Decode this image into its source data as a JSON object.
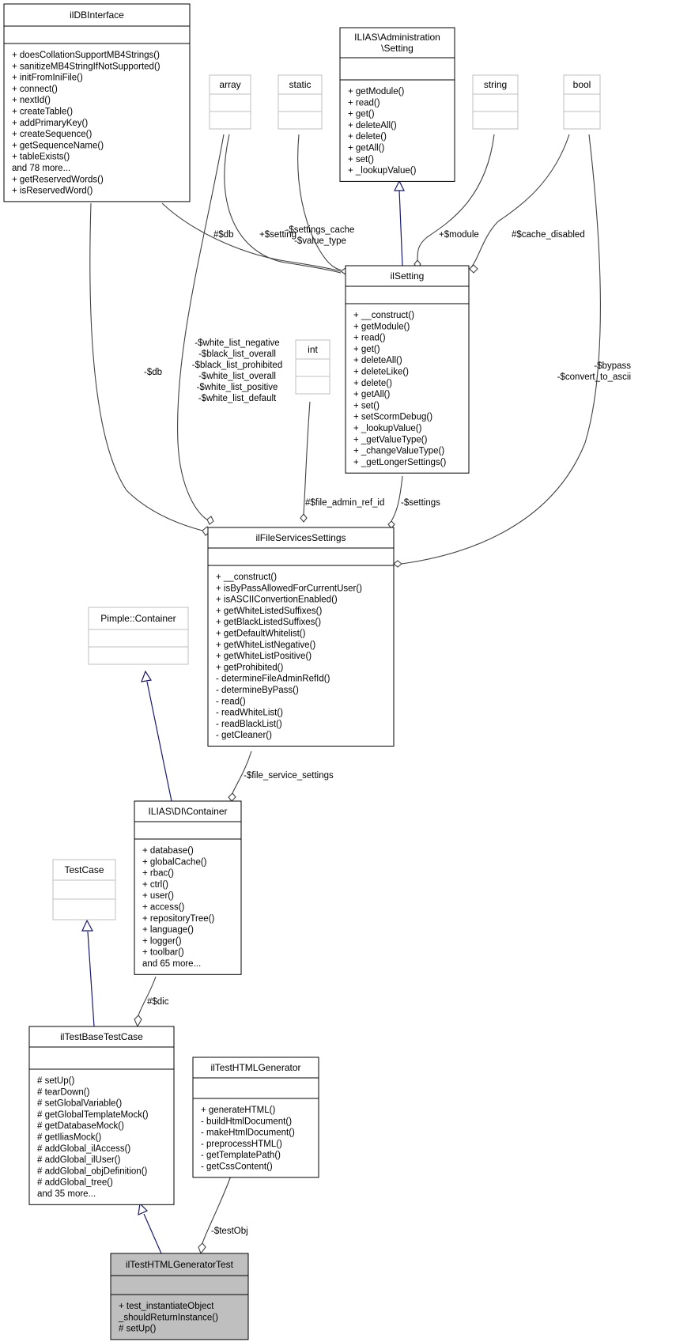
{
  "classes": {
    "ildbinterface": {
      "name": "ilDBInterface",
      "attributes": [],
      "methods": [
        "+ doesCollationSupportMB4Strings()",
        "+ sanitizeMB4StringIfNotSupported()",
        "+ initFromIniFile()",
        "+ connect()",
        "+ nextId()",
        "+ createTable()",
        "+ addPrimaryKey()",
        "+ createSequence()",
        "+ getSequenceName()",
        "+ tableExists()",
        "and 78 more...",
        "+ getReservedWords()",
        "+ isReservedWord()"
      ]
    },
    "array": {
      "name": "array",
      "attributes": [],
      "methods": []
    },
    "static": {
      "name": "static",
      "attributes": [],
      "methods": []
    },
    "administration_setting": {
      "name": "ILIAS\\Administration\n\\Setting",
      "attributes": [],
      "methods": [
        "+ getModule()",
        "+ read()",
        "+ get()",
        "+ deleteAll()",
        "+ delete()",
        "+ getAll()",
        "+ set()",
        "+ _lookupValue()"
      ]
    },
    "string": {
      "name": "string",
      "attributes": [],
      "methods": []
    },
    "bool": {
      "name": "bool",
      "attributes": [],
      "methods": []
    },
    "ilsetting": {
      "name": "ilSetting",
      "attributes": [],
      "methods": [
        "+ __construct()",
        "+ getModule()",
        "+ read()",
        "+ get()",
        "+ deleteAll()",
        "+ deleteLike()",
        "+ delete()",
        "+ getAll()",
        "+ set()",
        "+ setScormDebug()",
        "+ _lookupValue()",
        "+ _getValueType()",
        "+ _changeValueType()",
        "+ _getLongerSettings()"
      ]
    },
    "int": {
      "name": "int",
      "attributes": [],
      "methods": []
    },
    "ilfileservicessettings": {
      "name": "ilFileServicesSettings",
      "attributes": [],
      "methods": [
        "+ __construct()",
        "+ isByPassAllowedForCurrentUser()",
        "+ isASCIIConvertionEnabled()",
        "+ getWhiteListedSuffixes()",
        "+ getBlackListedSuffixes()",
        "+ getDefaultWhitelist()",
        "+ getWhiteListNegative()",
        "+ getWhiteListPositive()",
        "+ getProhibited()",
        "- determineFileAdminRefId()",
        "- determineByPass()",
        "- read()",
        "- readWhiteList()",
        "- readBlackList()",
        "- getCleaner()"
      ]
    },
    "pimple_container": {
      "name": "Pimple::Container",
      "attributes": [],
      "methods": []
    },
    "di_container": {
      "name": "ILIAS\\DI\\Container",
      "attributes": [],
      "methods": [
        "+ database()",
        "+ globalCache()",
        "+ rbac()",
        "+ ctrl()",
        "+ user()",
        "+ access()",
        "+ repositoryTree()",
        "+ language()",
        "+ logger()",
        "+ toolbar()",
        "and 65 more..."
      ]
    },
    "testcase": {
      "name": "TestCase",
      "attributes": [],
      "methods": []
    },
    "iltestbasetestcase": {
      "name": "ilTestBaseTestCase",
      "attributes": [],
      "methods": [
        "# setUp()",
        "# tearDown()",
        "# setGlobalVariable()",
        "# getGlobalTemplateMock()",
        "# getDatabaseMock()",
        "# getIliasMock()",
        "# addGlobal_ilAccess()",
        "# addGlobal_ilUser()",
        "# addGlobal_objDefinition()",
        "# addGlobal_tree()",
        "and 35 more..."
      ]
    },
    "iltesthtmlgenerator": {
      "name": "ilTestHTMLGenerator",
      "attributes": [],
      "methods": [
        "+ generateHTML()",
        "- buildHtmlDocument()",
        "- makeHtmlDocument()",
        "- preprocessHTML()",
        "- getTemplatePath()",
        "- getCssContent()"
      ]
    },
    "iltesthtmlgeneratortest": {
      "name": "ilTestHTMLGeneratorTest",
      "attributes": [],
      "methods": [
        "+ test_instantiateObject\n_shouldReturnInstance()",
        "# setUp()"
      ]
    }
  },
  "edge_labels": {
    "db_setting": "#$db",
    "setting_array": "+$setting",
    "settings_cache": "-$settings_cache\n-$value_type",
    "module": "+$module",
    "cache_disabled": "#$cache_disabled",
    "db_fss": "-$db",
    "white_lists": "-$white_list_negative\n-$black_list_overall\n-$black_list_prohibited\n-$white_list_overall\n-$white_list_positive\n-$white_list_default",
    "bypass": "-$bypass\n-$convert_to_ascii",
    "file_admin_ref_id": "#$file_admin_ref_id",
    "settings": "-$settings",
    "file_service_settings": "-$file_service_settings",
    "dic": "#$dic",
    "test_obj": "-$testObj"
  },
  "colors": {
    "box_border": "#000000",
    "external_border": "#bfbfbf",
    "focus_fill": "#bfbfbf",
    "inherit_edge": "#191970",
    "assoc_edge": "#404040"
  }
}
